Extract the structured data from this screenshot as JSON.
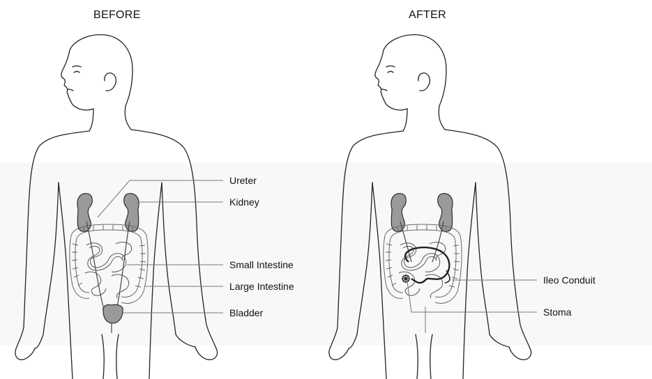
{
  "panels": {
    "before": {
      "title": "BEFORE"
    },
    "after": {
      "title": "AFTER"
    }
  },
  "labels": {
    "ureter": "Ureter",
    "kidney": "Kidney",
    "small_intestine": "Small Intestine",
    "large_intestine": "Large Intestine",
    "bladder": "Bladder",
    "ileo_conduit": "Ileo Conduit",
    "stoma": "Stoma"
  },
  "colors": {
    "organ_fill": "#9a9a9a",
    "line": "#222222",
    "intestine_fill": "#f4f4f4"
  }
}
